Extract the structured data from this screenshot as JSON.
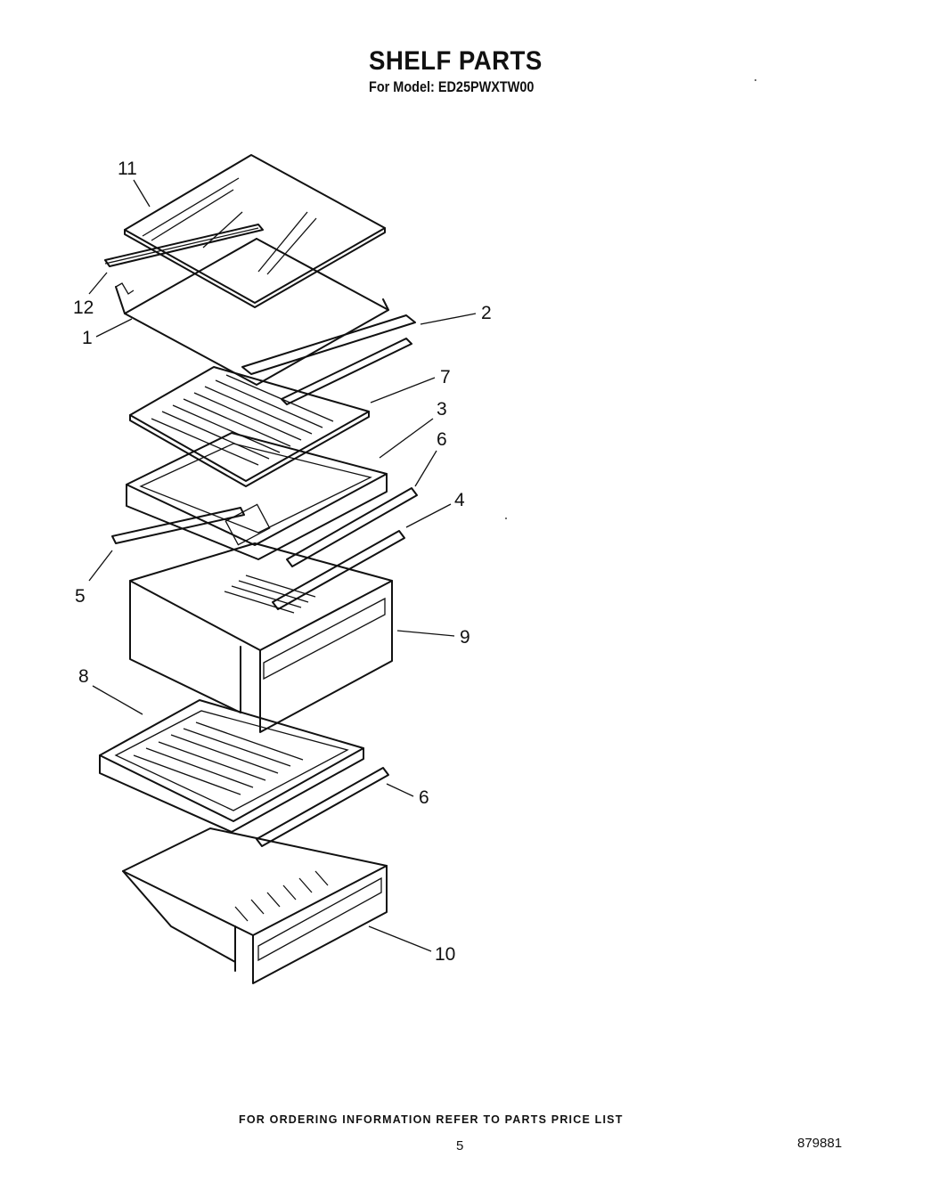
{
  "header": {
    "title": "SHELF PARTS",
    "subtitle": "For Model: ED25PWXTW00"
  },
  "callouts": {
    "c11": "11",
    "c12": "12",
    "c1": "1",
    "c2": "2",
    "c7": "7",
    "c3": "3",
    "c6a": "6",
    "c4": "4",
    "c5": "5",
    "c9": "9",
    "c8": "8",
    "c6b": "6",
    "c10": "10"
  },
  "footer": {
    "note": "FOR ORDERING INFORMATION REFER TO PARTS PRICE LIST",
    "page": "5",
    "doc_number": "879881"
  }
}
